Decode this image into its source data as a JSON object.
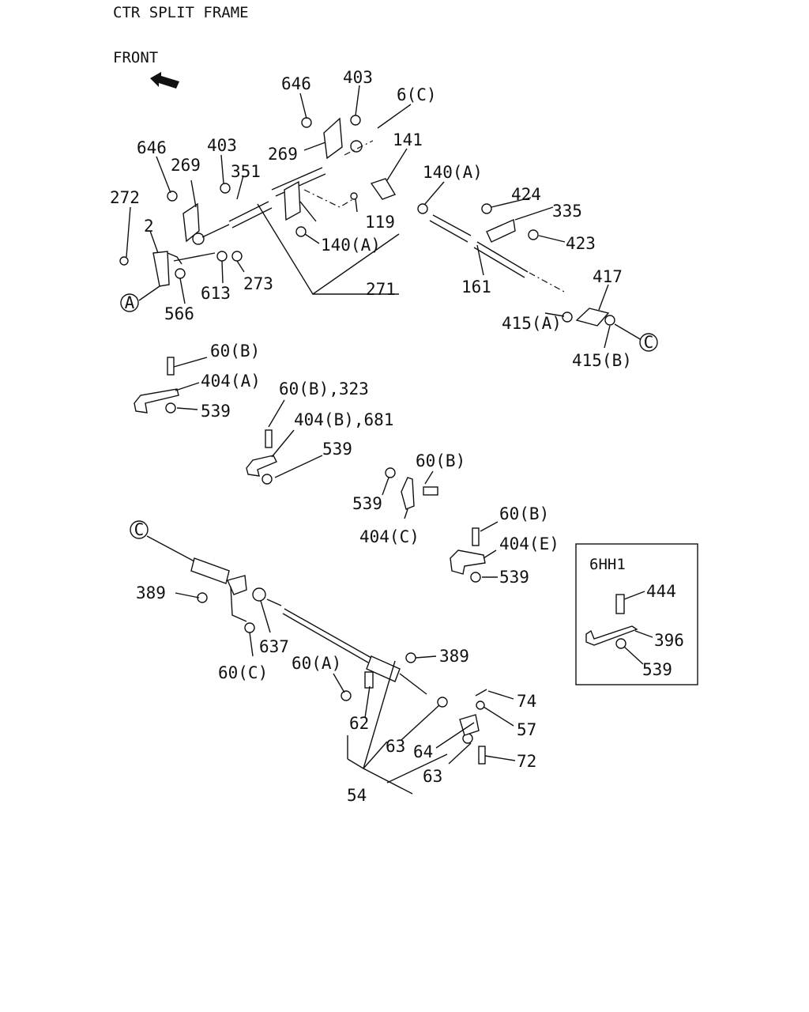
{
  "title": "CTR SPLIT FRAME",
  "front_label": "FRONT",
  "inset_title": "6HH1",
  "callouts": {
    "c646a": "646",
    "c403a": "403",
    "c6c": "6(C)",
    "c269a": "269",
    "c141": "141",
    "c646b": "646",
    "c403b": "403",
    "c269b": "269",
    "c351": "351",
    "c140a1": "140(A)",
    "c272": "272",
    "c424": "424",
    "c335": "335",
    "c119": "119",
    "c2": "2",
    "c140a2": "140(A)",
    "c423": "423",
    "c613": "613",
    "c273": "273",
    "c271": "271",
    "c161": "161",
    "c417": "417",
    "c566": "566",
    "c415a": "415(A)",
    "c415b": "415(B)",
    "c60b1": "60(B)",
    "c404a": "404(A)",
    "c539a": "539",
    "c60b323": "60(B),323",
    "c404b681": "404(B),681",
    "c539b": "539",
    "c60b2": "60(B)",
    "c539c": "539",
    "c404c": "404(C)",
    "c60b3": "60(B)",
    "c404e": "404(E)",
    "c539d": "539",
    "c389a": "389",
    "c637": "637",
    "c60c": "60(C)",
    "c60a": "60(A)",
    "c389b": "389",
    "c74": "74",
    "c62": "62",
    "c57": "57",
    "c63a": "63",
    "c64": "64",
    "c72": "72",
    "c63b": "63",
    "c54": "54",
    "c444": "444",
    "c396": "396",
    "c539e": "539"
  },
  "markers": {
    "a1": "A",
    "c1": "C",
    "c2": "C"
  }
}
